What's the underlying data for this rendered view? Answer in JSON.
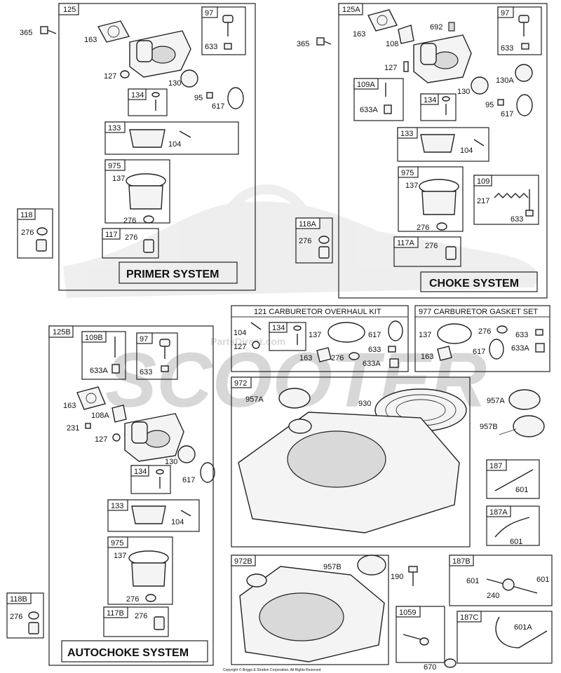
{
  "watermark": {
    "main": "SCOOTER",
    "sub": "PartsDirect.com"
  },
  "copyright": "Copyright © Briggs & Stratton Corporation. All Rights Reserved",
  "panels": {
    "primer": {
      "id": "125",
      "system_label": "PRIMER SYSTEM"
    },
    "choke": {
      "id": "125A",
      "system_label": "CHOKE SYSTEM"
    },
    "autochoke": {
      "id": "125B",
      "system_label": "AUTOCHOKE SYSTEM"
    },
    "overhaul_kit": {
      "title": "121 CARBURETOR OVERHAUL KIT"
    },
    "gasket_set": {
      "title": "977 CARBURETOR GASKET SET"
    }
  },
  "subboxes": {
    "p97": "97",
    "p134": "134",
    "p133": "133",
    "p975": "975",
    "p117": "117",
    "p118": "118",
    "c97": "97",
    "c109A": "109A",
    "c134": "134",
    "c133": "133",
    "c975": "975",
    "c109": "109",
    "c117A": "117A",
    "c118A": "118A",
    "a109B": "109B",
    "a97": "97",
    "a134": "134",
    "a133": "133",
    "a975": "975",
    "a117B": "117B",
    "a118B": "118B",
    "k134": "134",
    "t972": "972",
    "t972B": "972B",
    "t187": "187",
    "t187A": "187A",
    "t187B": "187B",
    "t187C": "187C",
    "t1059": "1059"
  },
  "callouts": {
    "p365": "365",
    "p163": "163",
    "p127": "127",
    "p130": "130",
    "p95": "95",
    "p617": "617",
    "p633": "633",
    "p104": "104",
    "p137": "137",
    "p276a": "276",
    "p276b": "276",
    "p276c": "276",
    "c365": "365",
    "c163": "163",
    "c108": "108",
    "c692": "692",
    "c127": "127",
    "c130": "130",
    "c130A": "130A",
    "c633": "633",
    "c633A": "633A",
    "c95": "95",
    "c617": "617",
    "c104": "104",
    "c137": "137",
    "c276a": "276",
    "c217": "217",
    "c633b": "633",
    "c276b": "276",
    "c276c": "276",
    "a633A": "633A",
    "a633": "633",
    "a163": "163",
    "a108A": "108A",
    "a231": "231",
    "a127": "127",
    "a130": "130",
    "a617": "617",
    "a104": "104",
    "a137": "137",
    "a276a": "276",
    "a276b": "276",
    "a276c": "276",
    "k104": "104",
    "k127": "127",
    "k137": "137",
    "k617": "617",
    "k633": "633",
    "k163": "163",
    "k276": "276",
    "k633A": "633A",
    "g137": "137",
    "g276": "276",
    "g633": "633",
    "g617": "617",
    "g633A": "633A",
    "g163": "163",
    "t957A": "957A",
    "t930": "930",
    "t957A2": "957A",
    "t957B": "957B",
    "t601a": "601",
    "t601b": "601",
    "t957B2": "957B",
    "t190": "190",
    "t601c": "601",
    "t601d": "601",
    "t240": "240",
    "t601A": "601A",
    "t670": "670"
  }
}
